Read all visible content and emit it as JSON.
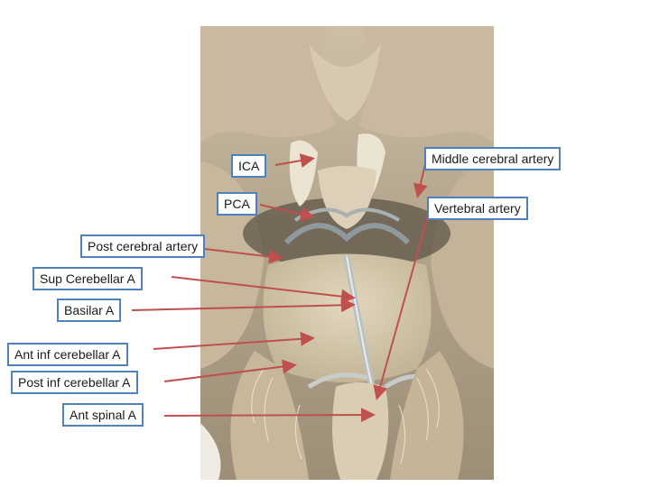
{
  "labels": {
    "ica": "ICA",
    "pca": "PCA",
    "middle_cerebral": "Middle cerebral artery",
    "vertebral": "Vertebral artery",
    "post_cerebral": "Post cerebral artery",
    "sup_cerebellar": "Sup Cerebellar A",
    "basilar": "Basilar A",
    "ant_inf_cerebellar": "Ant inf cerebellar A",
    "post_inf_cerebellar": "Post  inf cerebellar A",
    "ant_spinal": "Ant spinal  A"
  },
  "colors": {
    "label_border": "#4f81bd",
    "arrow": "#c0504d"
  }
}
